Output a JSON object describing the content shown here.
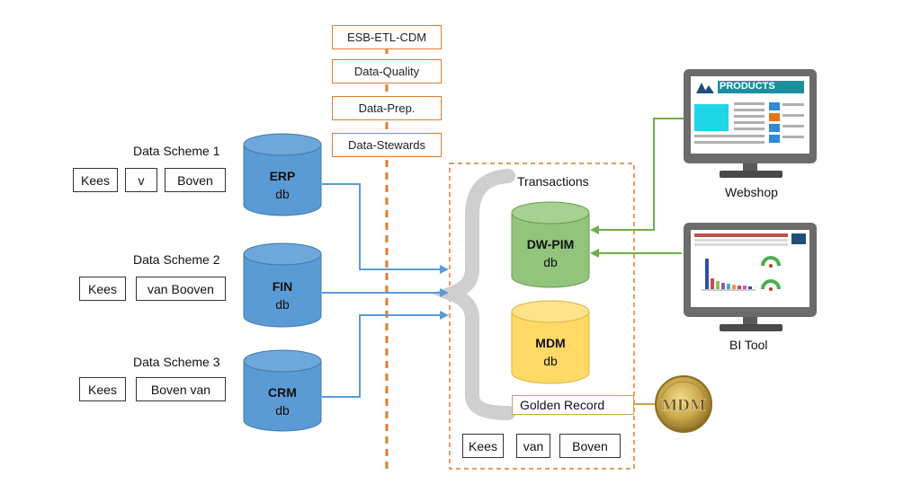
{
  "stages": [
    "ESB-ETL-CDM",
    "Data-Quality",
    "Data-Prep.",
    "Data-Stewards"
  ],
  "schemes": [
    {
      "title": "Data Scheme 1",
      "fields": [
        "Kees",
        "v",
        "Boven"
      ],
      "db_name": "ERP",
      "db_suffix": "db"
    },
    {
      "title": "Data Scheme 2",
      "fields": [
        "Kees",
        "van Booven"
      ],
      "db_name": "FIN",
      "db_suffix": "db"
    },
    {
      "title": "Data Scheme 3",
      "fields": [
        "Kees",
        "Boven van"
      ],
      "db_name": "CRM",
      "db_suffix": "db"
    }
  ],
  "hub": {
    "transactions_label": "Transactions",
    "dwpim": {
      "name": "DW-PIM",
      "suffix": "db"
    },
    "mdm": {
      "name": "MDM",
      "suffix": "db"
    },
    "golden_record": "Golden Record",
    "fields": [
      "Kees",
      "van",
      "Boven"
    ],
    "seal_text": "MDM"
  },
  "apps": {
    "webshop": {
      "label": "Webshop",
      "screen_title": "PRODUCTS"
    },
    "bitool": {
      "label": "BI Tool"
    }
  },
  "colors": {
    "blue_db": "#5b9bd5",
    "green_db": "#92c47c",
    "yellow_db": "#ffd966",
    "orange": "#e07a30",
    "blue_arrow": "#5b9bd5",
    "green_arrow": "#70ad47"
  }
}
